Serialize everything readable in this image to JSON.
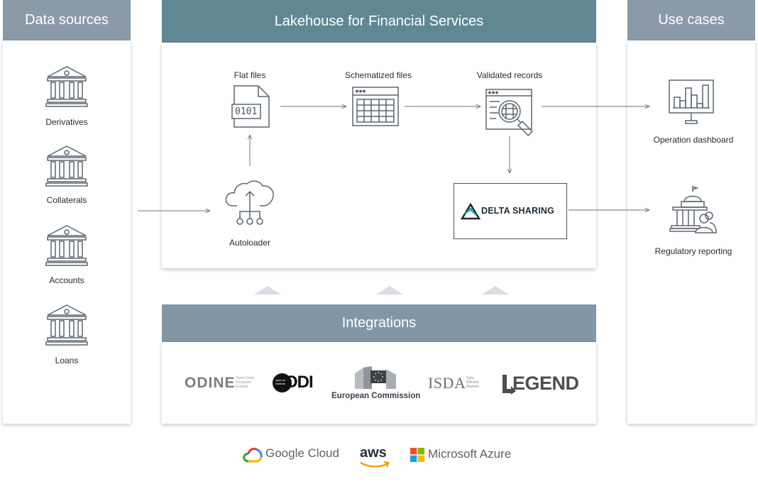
{
  "data_sources": {
    "title": "Data sources",
    "items": [
      {
        "label": "Derivatives",
        "icon": "bank-icon"
      },
      {
        "label": "Collaterals",
        "icon": "bank-icon"
      },
      {
        "label": "Accounts",
        "icon": "bank-icon"
      },
      {
        "label": "Loans",
        "icon": "bank-icon"
      }
    ]
  },
  "lakehouse": {
    "title": "Lakehouse for Financial Services",
    "flat_files": "Flat files",
    "flat_files_glyph": "0101",
    "schematized_files": "Schematized files",
    "validated_records": "Validated records",
    "autoloader": "Autoloader",
    "delta_sharing": "DELTA SHARING"
  },
  "use_cases": {
    "title": "Use cases",
    "items": [
      {
        "label": "Operation dashboard",
        "icon": "dashboard-monitor-icon"
      },
      {
        "label": "Regulatory reporting",
        "icon": "capitol-people-icon"
      }
    ]
  },
  "integrations": {
    "title": "Integrations",
    "logos": {
      "odine": "ODINE",
      "odine_tagline": "Open Data Incubator Europe",
      "odi": "ODI",
      "odi_small": "open data institute",
      "european_commission": "European Commission",
      "isda": "ISDA",
      "isda_tagline": "Safe, Efficient Markets",
      "legend": "LEGEND"
    }
  },
  "cloud_providers": {
    "google": "Google Cloud",
    "aws": "aws",
    "azure": "Microsoft Azure"
  },
  "colors": {
    "header_gray": "#8a9aa8",
    "header_teal": "#5f8893",
    "icon_stroke": "#5c6670",
    "arrow": "#6a737c",
    "delta_accent": "#1aa6b7"
  }
}
